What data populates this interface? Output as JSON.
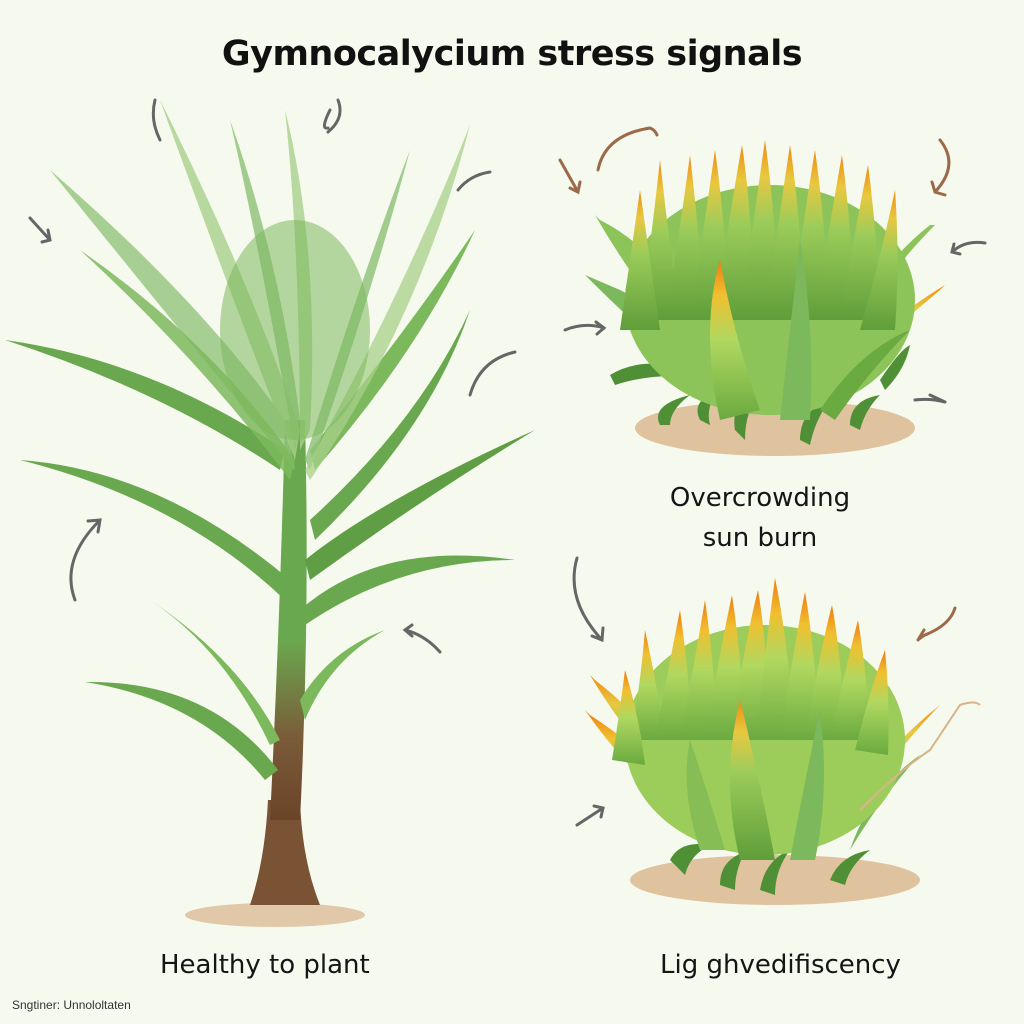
{
  "title": "Gymnocalycium stress signals",
  "panels": [
    {
      "id": "healthy",
      "label": "Healthy to plant",
      "position": "left",
      "dominant_color": "#6aa84f"
    },
    {
      "id": "overcrowding",
      "label_line1": "Overcrowding",
      "label_line2": "sun burn",
      "position": "top-right",
      "dominant_color": "#8cc45a",
      "tip_color": "#f0a020"
    },
    {
      "id": "light",
      "label": "Lig ghvedifiscency",
      "position": "bottom-right",
      "dominant_color": "#9ccc5a",
      "tip_color": "#f08a10"
    }
  ],
  "footnote": "Sngtiner: Unnololtaten",
  "colors": {
    "background": "#f6f9ee",
    "leaf_green": "#6aa84f",
    "leaf_light": "#a8d08a",
    "stem_brown": "#7a5234",
    "soil": "#d9b48a",
    "arrow_gray": "#666666",
    "arrow_brown": "#9a6a4a",
    "burn_orange": "#f09020"
  }
}
